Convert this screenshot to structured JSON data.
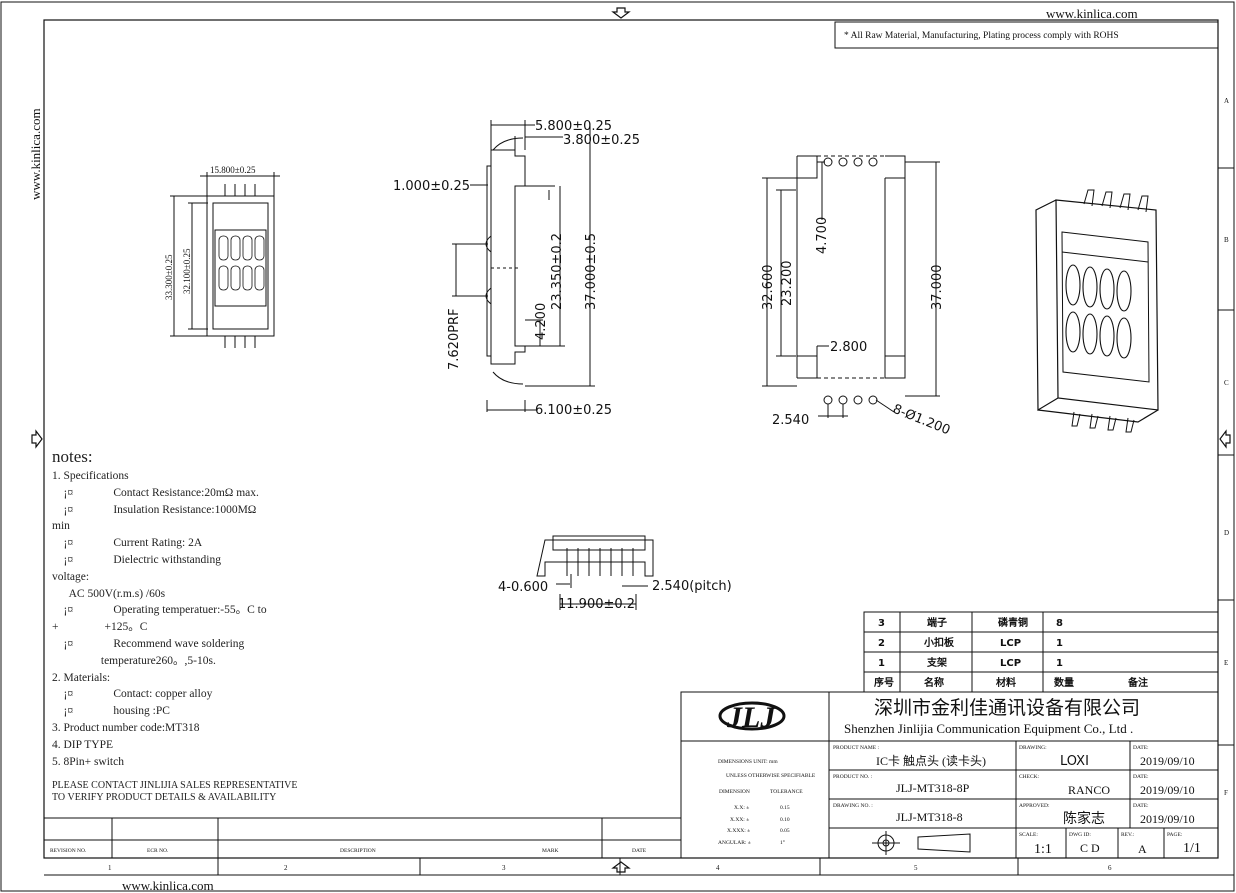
{
  "header": {
    "website_top": "www.kinlica.com",
    "website_side": "www.kinlica.com",
    "website_bottom": "www.kinlica.com",
    "rohs_note": "* All Raw Material, Manufacturing, Plating process comply with ROHS"
  },
  "zones": {
    "right": [
      "A",
      "B",
      "C",
      "D",
      "E",
      "F"
    ],
    "bottom": [
      "1",
      "2",
      "3",
      "4",
      "5",
      "6"
    ]
  },
  "dims": {
    "top_width": "15.800±0.25",
    "top_h1": "33.300±0.25",
    "top_h2": "32.100±0.25",
    "side_580": "5.800±0.25",
    "side_380": "3.800±0.25",
    "side_100": "1.000±0.25",
    "side_2335": "23.350±0.2",
    "side_3700": "37.000±0.5",
    "side_420": "4.200",
    "side_762": "7.620PRF",
    "side_610": "6.100±0.25",
    "pcb_3260": "32.600",
    "pcb_2320": "23.200",
    "pcb_470": "4.700",
    "pcb_280": "2.800",
    "pcb_3700": "37.000",
    "pcb_254": "2.540",
    "pcb_holes": "8-Ø1.200",
    "front_hole": "4-0.600",
    "front_width": "11.900±0.2",
    "front_pitch": "2.540(pitch)"
  },
  "notes": {
    "title": "notes:",
    "lines": [
      "1. Specifications",
      "    ¡¤              Contact Resistance:20mΩ max.",
      "    ¡¤              Insulation Resistance:1000MΩ",
      "min",
      "    ¡¤              Current Rating: 2A",
      "    ¡¤              Dielectric withstanding",
      "voltage:",
      "      AC 500V(r.m.s) /60s",
      "    ¡¤              Operating temperatuer:-55。C to",
      "+                +125。C",
      "    ¡¤              Recommend wave soldering",
      "                 temperature260。,5-10s.",
      "2. Materials:",
      "    ¡¤              Contact: copper alloy",
      "    ¡¤              housing :PC",
      "3. Product number code:MT318",
      "4. DIP TYPE",
      "5. 8Pin+ switch"
    ],
    "contact_1": "PLEASE CONTACT JINLIJIA SALES REPRESENTATIVE",
    "contact_2": "TO VERIFY PRODUCT DETAILS & AVAILABILITY"
  },
  "bom": {
    "rows": [
      {
        "no": "3",
        "name": "端子",
        "material": "磷青铜",
        "qty": "8",
        "note": ""
      },
      {
        "no": "2",
        "name": "小扣板",
        "material": "LCP",
        "qty": "1",
        "note": ""
      },
      {
        "no": "1",
        "name": "支架",
        "material": "LCP",
        "qty": "1",
        "note": ""
      }
    ],
    "header": {
      "no": "序号",
      "name": "名称",
      "material": "材料",
      "qty": "数量",
      "note": "备注"
    }
  },
  "title_block": {
    "logo": "JLJ",
    "company_cn": "深圳市金利佳通讯设备有限公司",
    "company_en": "Shenzhen Jinlijia Communication Equipment Co., Ltd .",
    "dim_unit": "DIMENSIONS UNIT:  mm",
    "unless": "UNLESS OTHERWISE SPECIFIABLE",
    "dimension": "DIMENSION",
    "tolerance": "TOLERANCE",
    "tol": [
      [
        "X.X: ±",
        "0.15"
      ],
      [
        "X.XX: ±",
        "0.10"
      ],
      [
        "X.XXX: ±",
        "0.05"
      ],
      [
        "ANGULAR: ±",
        "1°"
      ]
    ],
    "product_name_label": "PRODUCT NAME :",
    "product_name": "IC卡 触点头 (读卡头)",
    "product_no_label": "PRODUCT NO. :",
    "product_no": "JLJ-MT318-8P",
    "drawing_no_label": "DRAWING NO. :",
    "drawing_no": "JLJ-MT318-8",
    "drawing_label": "DRAWING:",
    "drawing": "LOXI",
    "check_label": "CHECK:",
    "check": "RANCO",
    "approved_label": "APPROVED:",
    "approved": "陈家志",
    "date_label": "DATE:",
    "date1": "2019/09/10",
    "date2": "2019/09/10",
    "date3": "2019/09/10",
    "scale_label": "SCALE:",
    "scale": "1:1",
    "dwg_id_label": "DWG ID:",
    "dwg_id": "C D",
    "rev_label": "REV.:",
    "rev": "A",
    "page_label": "PAGE:",
    "page": "1/1"
  },
  "revision": {
    "rev_no": "REVISION NO.",
    "ecr_no": "ECR NO.",
    "description": "DESCRIPTION",
    "mark": "MARK",
    "date": "DATE"
  }
}
